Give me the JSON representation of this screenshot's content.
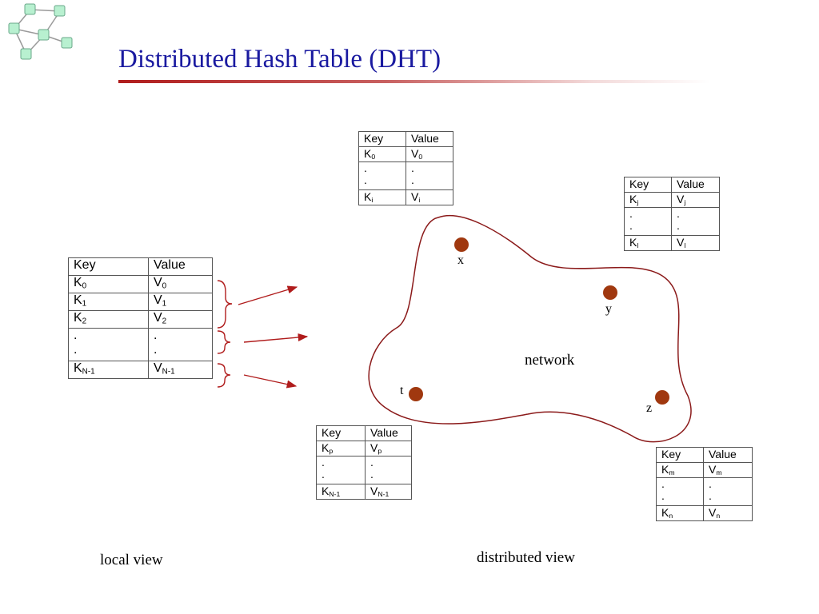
{
  "title": "Distributed Hash Table (DHT)",
  "colors": {
    "title": "#1a1aa0",
    "accent": "#b01c1c",
    "node": "#a0380f",
    "logo_node": "#b8f0d0"
  },
  "icons": [
    "network-logo-icon",
    "bracket-icon",
    "arrow-icon"
  ],
  "local_table": {
    "header": {
      "key": "Key",
      "value": "Value"
    },
    "rows": [
      {
        "k": "K",
        "ks": "0",
        "v": "V",
        "vs": "0"
      },
      {
        "k": "K",
        "ks": "1",
        "v": "V",
        "vs": "1"
      },
      {
        "k": "K",
        "ks": "2",
        "v": "V",
        "vs": "2"
      },
      {
        "k": ".",
        "ks": "",
        "v": ".",
        "vs": ""
      },
      {
        "k": ".",
        "ks": "",
        "v": ".",
        "vs": ""
      },
      {
        "k": "K",
        "ks": "N-1",
        "v": "V",
        "vs": "N-1"
      }
    ]
  },
  "tables": {
    "top": {
      "header": {
        "key": "Key",
        "value": "Value"
      },
      "first": {
        "k": "K",
        "ks": "0",
        "v": "V",
        "vs": "0"
      },
      "dots": ".",
      "last": {
        "k": "K",
        "ks": "i",
        "v": "V",
        "vs": "i"
      }
    },
    "right": {
      "header": {
        "key": "Key",
        "value": "Value"
      },
      "first": {
        "k": "K",
        "ks": "j",
        "v": "V",
        "vs": "j"
      },
      "dots": ".",
      "last": {
        "k": "K",
        "ks": "l",
        "v": "V",
        "vs": "l"
      }
    },
    "bottom_left": {
      "header": {
        "key": "Key",
        "value": "Value"
      },
      "first": {
        "k": "K",
        "ks": "p",
        "v": "V",
        "vs": "p"
      },
      "dots": ".",
      "last": {
        "k": "K",
        "ks": "N-1",
        "v": "V",
        "vs": "N-1"
      }
    },
    "bottom_right": {
      "header": {
        "key": "Key",
        "value": "Value"
      },
      "first": {
        "k": "K",
        "ks": "m",
        "v": "V",
        "vs": "m"
      },
      "dots": ".",
      "last": {
        "k": "K",
        "ks": "n",
        "v": "V",
        "vs": "n"
      }
    }
  },
  "nodes": {
    "x": "x",
    "y": "y",
    "t": "t",
    "z": "z"
  },
  "network_label": "network",
  "local_view_label": "local view",
  "distributed_view_label": "distributed view"
}
